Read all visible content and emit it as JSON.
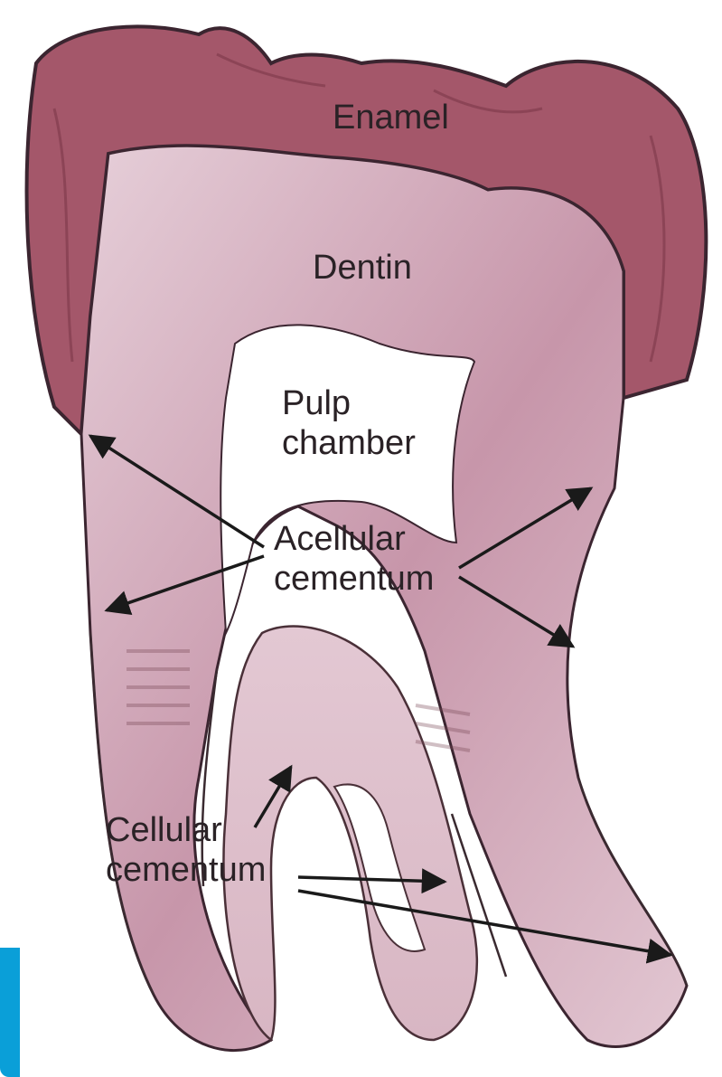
{
  "diagram": {
    "labels": {
      "enamel": "Enamel",
      "dentin": "Dentin",
      "pulp_chamber_line1": "Pulp",
      "pulp_chamber_line2": "chamber",
      "acellular_line1": "Acellular",
      "acellular_line2": "cementum",
      "cellular_line1": "Cellular",
      "cellular_line2": "cementum"
    },
    "colors": {
      "enamel": "#9b4f5e",
      "dentin": "#c99fb0",
      "dentin_light": "#e8d3dc",
      "root": "#d9b9c5",
      "cementum_outline": "#3a2a30",
      "arrow": "#1a1a1a",
      "accent_bar": "#0a9fd8"
    }
  }
}
